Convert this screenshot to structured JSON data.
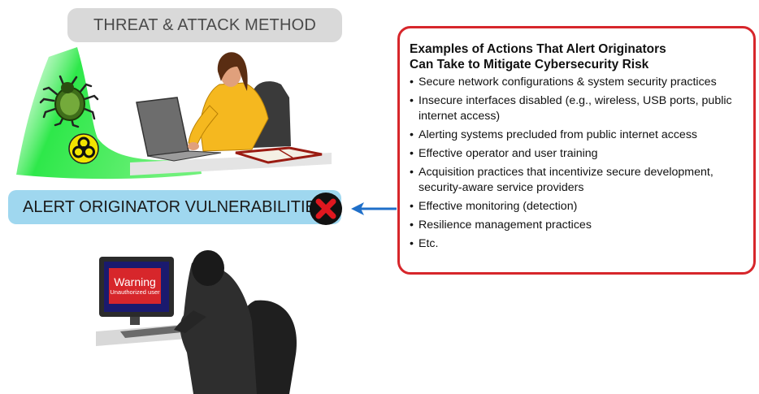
{
  "threat_banner": {
    "label": "THREAT & ATTACK METHOD"
  },
  "vulnerability_banner": {
    "label": "ALERT ORIGINATOR VULNERABILITIES"
  },
  "actions_box": {
    "title_line1": "Examples of Actions That Alert Originators",
    "title_line2": "Can Take to Mitigate Cybersecurity Risk",
    "items": [
      "Secure network configurations & system security practices",
      "Insecure interfaces disabled (e.g., wireless, USB ports, public internet access)",
      "Alerting systems precluded from public internet access",
      "Effective operator and user training",
      "Acquisition practices that incentivize secure development, security-aware service providers",
      "Effective monitoring (detection)",
      "Resilience management practices",
      "Etc."
    ]
  },
  "hacker_monitor": {
    "warning_title": "Warning",
    "warning_subtitle": "Unauthorized user"
  },
  "colors": {
    "box_border": "#d7262b",
    "vuln_banner": "#9fd7ef",
    "threat_banner": "#d9d9d9",
    "arrow": "#1f6fc9",
    "green_glow": "#2ee84a",
    "x_badge": "#e0171f"
  }
}
